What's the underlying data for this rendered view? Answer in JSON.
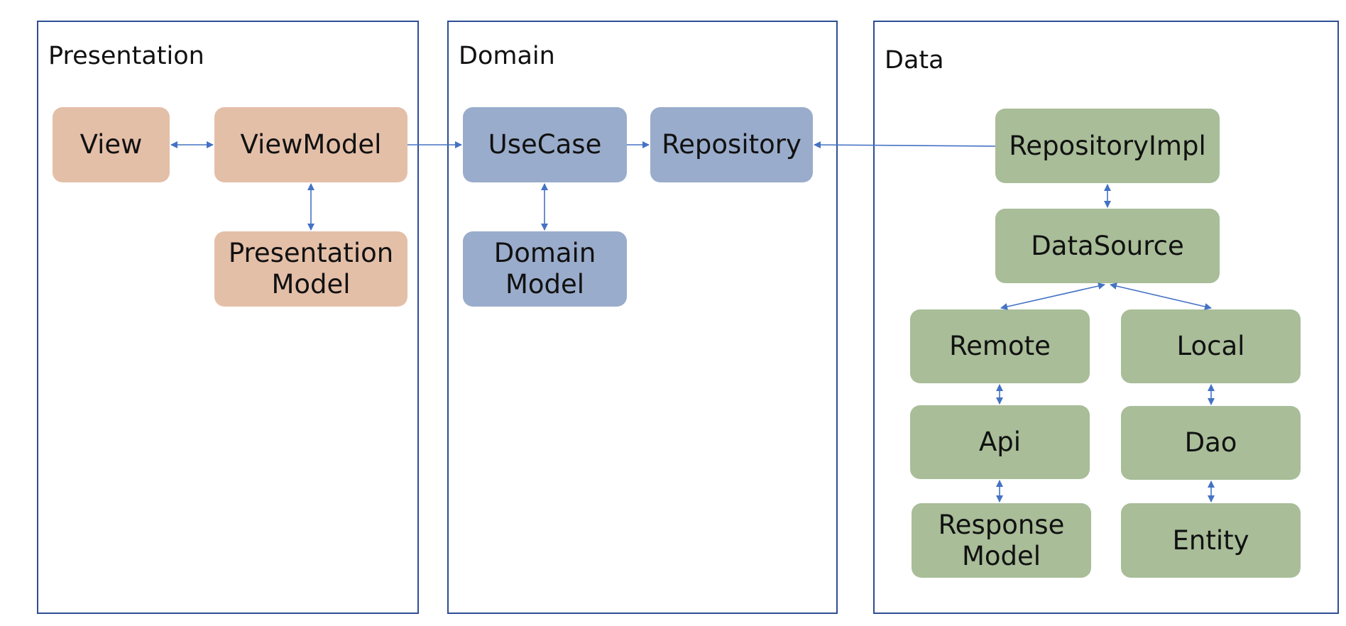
{
  "layers": {
    "presentation": "Presentation",
    "domain": "Domain",
    "data": "Data"
  },
  "nodes": {
    "view": "View",
    "view_model": "ViewModel",
    "presentation_model": "Presentation\nModel",
    "use_case": "UseCase",
    "repository": "Repository",
    "domain_model": "Domain\nModel",
    "repository_impl": "RepositoryImpl",
    "data_source": "DataSource",
    "remote": "Remote",
    "local": "Local",
    "api": "Api",
    "dao": "Dao",
    "response_model": "Response\nModel",
    "entity": "Entity"
  },
  "colors": {
    "presentation_fill": "#e4bfa8",
    "domain_fill": "#9aaccb",
    "data_fill": "#a8bd98",
    "border": "#2e4d94",
    "arrow": "#4472c4"
  }
}
